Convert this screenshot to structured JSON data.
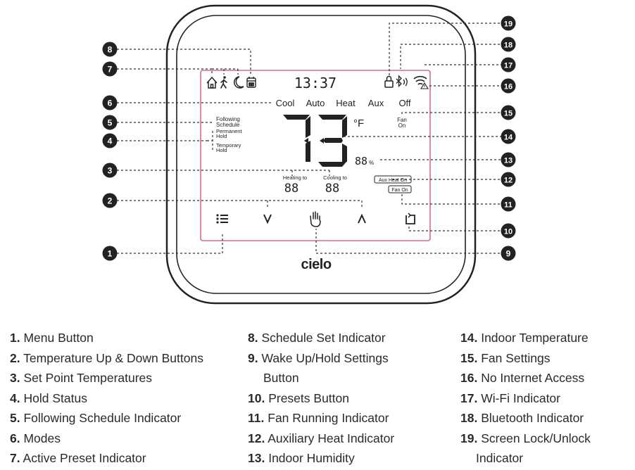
{
  "device": {
    "time": "13:37",
    "modes": [
      "Cool",
      "Auto",
      "Heat",
      "Aux",
      "Off"
    ],
    "following_schedule": [
      "Following",
      "Schedule"
    ],
    "permanent_hold": [
      "Permanent",
      "Hold"
    ],
    "temporary_hold": [
      "Temporary",
      "Hold"
    ],
    "temperature": "73",
    "temp_unit": "°F",
    "humidity": "88",
    "humidity_unit": "%",
    "fan_on_status": [
      "Fan",
      "On"
    ],
    "heating_to_label": "Heating to",
    "heating_to_value": "88",
    "cooling_to_label": "Cooling to",
    "cooling_to_value": "88",
    "aux_heat_on": "Aux Heat On",
    "fan_on_badge": "Fan On",
    "brand": "cielo"
  },
  "callouts": [
    "1",
    "2",
    "3",
    "4",
    "5",
    "6",
    "7",
    "8",
    "9",
    "10",
    "11",
    "12",
    "13",
    "14",
    "15",
    "16",
    "17",
    "18",
    "19"
  ],
  "legend": {
    "col1": [
      {
        "num": "1.",
        "text": "Menu Button"
      },
      {
        "num": "2.",
        "text": "Temperature Up & Down Buttons"
      },
      {
        "num": "3.",
        "text": "Set Point Temperatures"
      },
      {
        "num": "4.",
        "text": "Hold Status"
      },
      {
        "num": "5.",
        "text": "Following Schedule Indicator"
      },
      {
        "num": "6.",
        "text": "Modes"
      },
      {
        "num": "7.",
        "text": "Active Preset Indicator"
      }
    ],
    "col2": [
      {
        "num": "8.",
        "text": "Schedule Set Indicator"
      },
      {
        "num": "9.",
        "text": "Wake Up/Hold Settings",
        "cont": "Button"
      },
      {
        "num": "10.",
        "text": "Presets Button"
      },
      {
        "num": "11.",
        "text": "Fan Running Indicator"
      },
      {
        "num": "12.",
        "text": "Auxiliary Heat Indicator"
      },
      {
        "num": "13.",
        "text": "Indoor Humidity"
      }
    ],
    "col3": [
      {
        "num": "14.",
        "text": "Indoor Temperature"
      },
      {
        "num": "15.",
        "text": "Fan Settings"
      },
      {
        "num": "16.",
        "text": "No Internet Access"
      },
      {
        "num": "17.",
        "text": "Wi-Fi Indicator"
      },
      {
        "num": "18.",
        "text": "Bluetooth Indicator"
      },
      {
        "num": "19.",
        "text": "Screen Lock/Unlock",
        "cont": "Indicator"
      }
    ]
  }
}
